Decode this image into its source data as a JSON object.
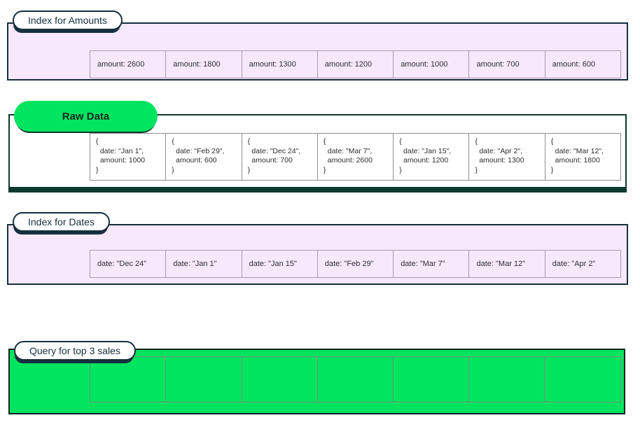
{
  "diagram": {
    "sections": [
      {
        "id": "index_amounts",
        "label": "Index for Amounts",
        "cells": [
          "amount: 2600",
          "amount: 1800",
          "amount: 1300",
          "amount: 1200",
          "amount: 1000",
          "amount: 700",
          "amount: 600"
        ]
      },
      {
        "id": "raw_data",
        "label": "Raw Data",
        "cells": [
          "{\n  date: \"Jan 1\",\n  amount: 1000\n}",
          "{\n  date: \"Feb 29\",\n  amount: 600\n}",
          "{\n  date: \"Dec 24\",\n  amount: 700\n}",
          "{\n  date: \"Mar 7\",\n  amount: 2600\n}",
          "{\n  date: \"Jan 15\",\n  amount: 1200\n}",
          "{\n  date: \"Apr 2\",\n  amount: 1300\n}",
          "{\n  date: \"Mar 12\",\n  amount: 1800\n}"
        ]
      },
      {
        "id": "index_dates",
        "label": "Index for Dates",
        "cells": [
          "date: \"Dec 24\"",
          "date: \"Jan 1\"",
          "date: \"Jan 15\"",
          "date: \"Feb 29\"",
          "date: \"Mar 7\"",
          "date: \"Mar 12\"",
          "date: \"Apr 2\""
        ]
      },
      {
        "id": "query",
        "label": "Query for top 3 sales",
        "cells": [
          "",
          "",
          "",
          "",
          "",
          "",
          ""
        ]
      }
    ]
  },
  "colors": {
    "pink_fill": "#f7e8fc",
    "pink_cell_border": "#ab99b0",
    "green_fill": "#00e45f",
    "outline_dark": "#16303d",
    "raw_outline": "#0d392e",
    "raw_cell_border": "#8f8f8f",
    "query_outline": "#102420",
    "query_cell_border": "#6f8f7a"
  }
}
